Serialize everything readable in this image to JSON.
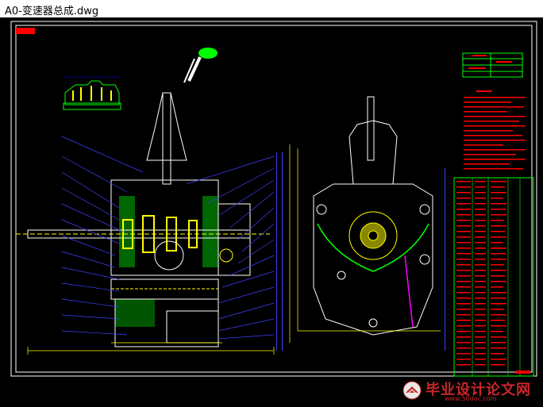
{
  "window": {
    "title": "A0-变速器总成.dwg"
  },
  "drawing": {
    "stamp_label": "",
    "colors": {
      "background": "#000000",
      "frame": "#ffffff",
      "dimension": "#0000ff",
      "outline": "#ffff00",
      "section": "#00ff00",
      "text": "#ff0000",
      "leader": "#4040ff",
      "hidden": "#ff00ff"
    }
  },
  "watermark": {
    "text": "毕业设计论文网",
    "url": "www.56doc.com",
    "logo_icon": "book-globe-icon"
  }
}
